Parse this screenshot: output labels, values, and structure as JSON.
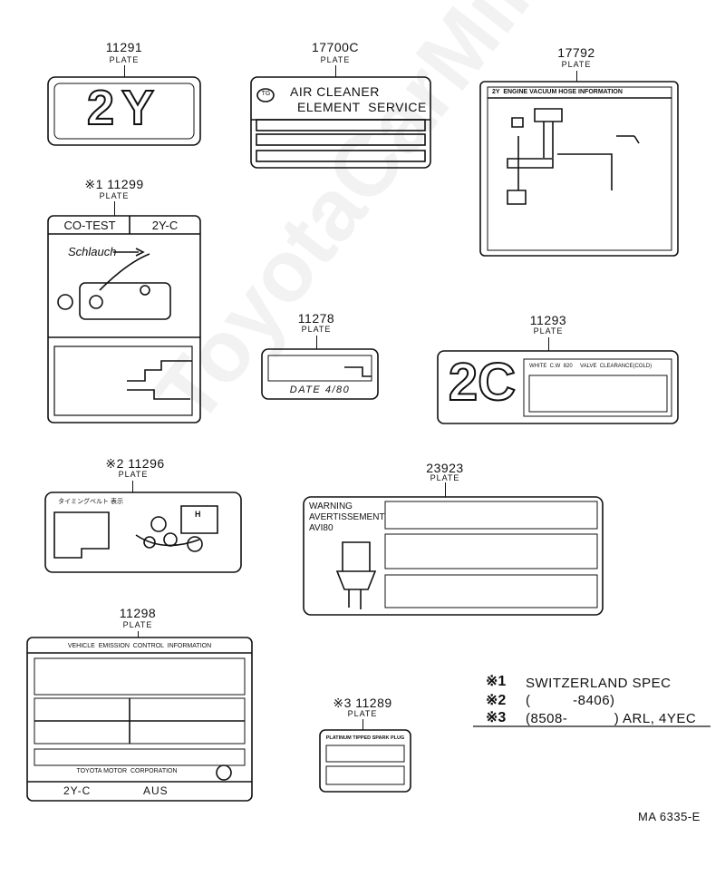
{
  "watermark": "ToyotaCarMine.ru",
  "plate_word": "PLATE",
  "parts": {
    "p11291": {
      "number": "11291",
      "text": "2Y"
    },
    "p17700c": {
      "number": "17700C",
      "line1": "AIR CLEANER",
      "line2": "ELEMENT  SERVICE",
      "logo": "toyota-logo"
    },
    "p17792": {
      "number": "17792",
      "title": "2Y  ENGINE VACUUM HOSE INFORMATION"
    },
    "p11299": {
      "number": "※1 11299",
      "left": "CO-TEST",
      "right": "2Y-C",
      "hose": "Schlauch"
    },
    "p11278": {
      "number": "11278",
      "date": "DATE 4/80"
    },
    "p11293": {
      "number": "11293",
      "big": "2C",
      "header": "WHITE  C.W  820     VALVE  CLEARANCE(COLD)"
    },
    "p211296": {
      "number": "※2 11296",
      "title": "タイミングベルト 表示",
      "mark": "H"
    },
    "p23923": {
      "number": "23923",
      "line1": "WARNING",
      "line2": "AVERTISSEMENT",
      "line3": "AVI80"
    },
    "p11298": {
      "number": "11298",
      "title": "VEHICLE  EMISSION  CONTROL  INFORMATION",
      "maker": "TOYOTA MOTOR  CORPORATION",
      "model": "2Y-C",
      "market": "AUS"
    },
    "p11289": {
      "number": "※3 11289",
      "title": "PLATINUM TIPPED SPARK PLUG"
    }
  },
  "notes": [
    {
      "mark": "※1",
      "text": "SWITZERLAND SPEC"
    },
    {
      "mark": "※2",
      "text": "(          -8406)"
    },
    {
      "mark": "※3",
      "text": "(8508-           ) ARL, 4YEC"
    }
  ],
  "figure_code": "MA 6335-E"
}
